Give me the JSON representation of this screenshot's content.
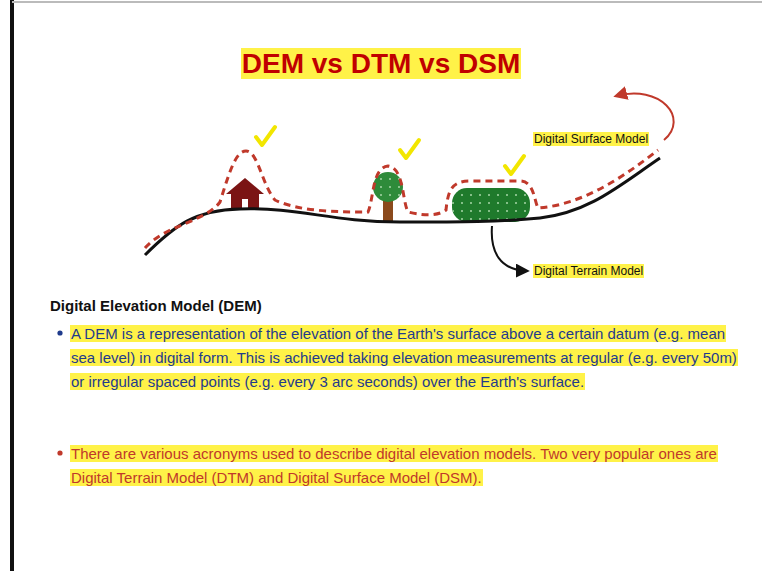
{
  "diagram": {
    "title": "DEM vs DTM vs DSM",
    "labels": [
      "Digital Surface Model",
      "Digital Terrain Model",
      "Digital Elevation Model (DEM)",
      "A DEM is a representation of the elevation of the Earth's surface above a certain datum (e.g. mean sea level) in digital form. This is achieved taking elevation measurements at regular (e.g. every 50m) or irregular spaced points (e.g. every 3 arc seconds) over the Earth's surface.",
      "There are various acronyms used to describe digital elevation models. Two very popular ones are Digital Terrain Model (DTM) and Digital Surface Model (DSM)."
    ]
  }
}
